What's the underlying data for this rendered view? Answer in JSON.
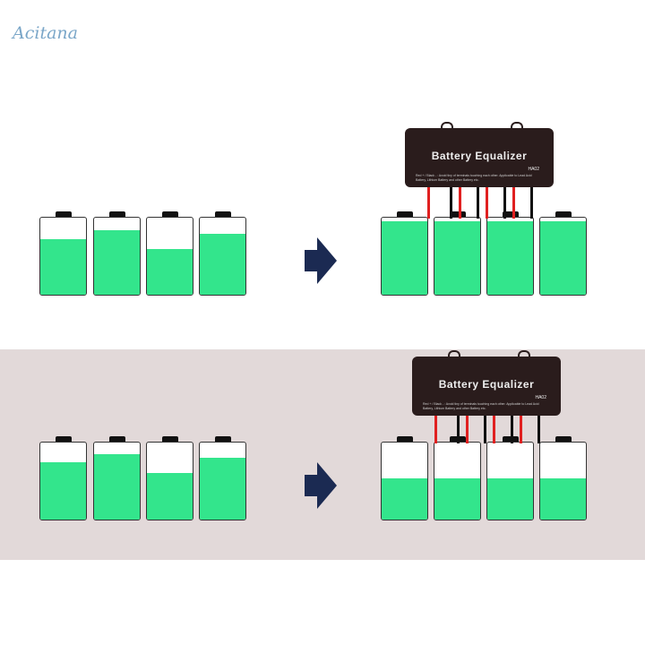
{
  "logo": "Acitana",
  "colors": {
    "charge": "#33e58c",
    "arrow": "#1b2a52",
    "equalizer": "#2a1c1c",
    "band": "#e2d9d9"
  },
  "equalizer": {
    "title": "Battery Equalizer",
    "model": "HA02",
    "warning": "Red + / Black - : Avoid tiny of terminals touching each other. Applicable to Lead Acid Battery, Lithium Battery and other Battery etc."
  },
  "scenarios": [
    {
      "before_levels": [
        0.72,
        0.84,
        0.59,
        0.79
      ],
      "after_levels": [
        0.95,
        0.95,
        0.95,
        0.95
      ]
    },
    {
      "before_levels": [
        0.74,
        0.85,
        0.6,
        0.8
      ],
      "after_levels": [
        0.53,
        0.54,
        0.54,
        0.54
      ]
    }
  ]
}
